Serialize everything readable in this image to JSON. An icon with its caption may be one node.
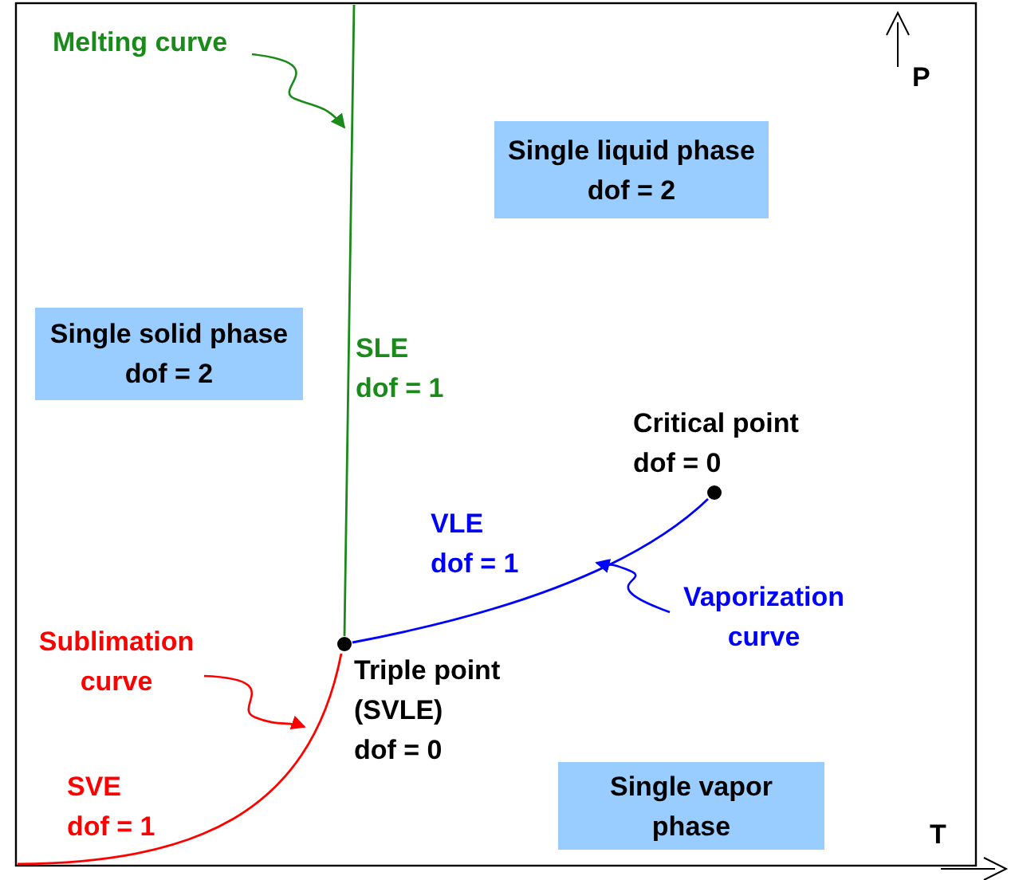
{
  "diagram": {
    "nodes": [
      {
        "text": [
          "Single liquid phase",
          "dof = 2"
        ]
      },
      {
        "text": [
          "Single solid phase",
          "dof = 2"
        ]
      },
      {
        "text": [
          "Single vapor phase"
        ]
      },
      {
        "text": [
          "Melting curve"
        ]
      },
      {
        "text": [],
        "shape": "line"
      },
      {
        "text": [
          "Sublimation curve"
        ]
      },
      {
        "text": [],
        "shape": "line"
      },
      {
        "text": [
          "Vaporization curve"
        ]
      },
      {
        "text": [],
        "shape": "line"
      }
    ],
    "edges": [
      {
        "from": 3,
        "to": 4,
        "arrow": "to",
        "color": "#1a8a1a"
      },
      {
        "from": 5,
        "to": 6,
        "arrow": "to",
        "color": "#ff0000"
      },
      {
        "from": 7,
        "to": 8,
        "arrow": "to",
        "color": "#0000ff"
      }
    ],
    "labels": [
      "P",
      "SLE",
      "dof = 1",
      "Critical point",
      "dof = 0",
      "VLE",
      "dof = 1",
      "Triple point",
      "(SVLE)",
      "dof = 0",
      "SVE",
      "dof = 1",
      "T"
    ]
  }
}
